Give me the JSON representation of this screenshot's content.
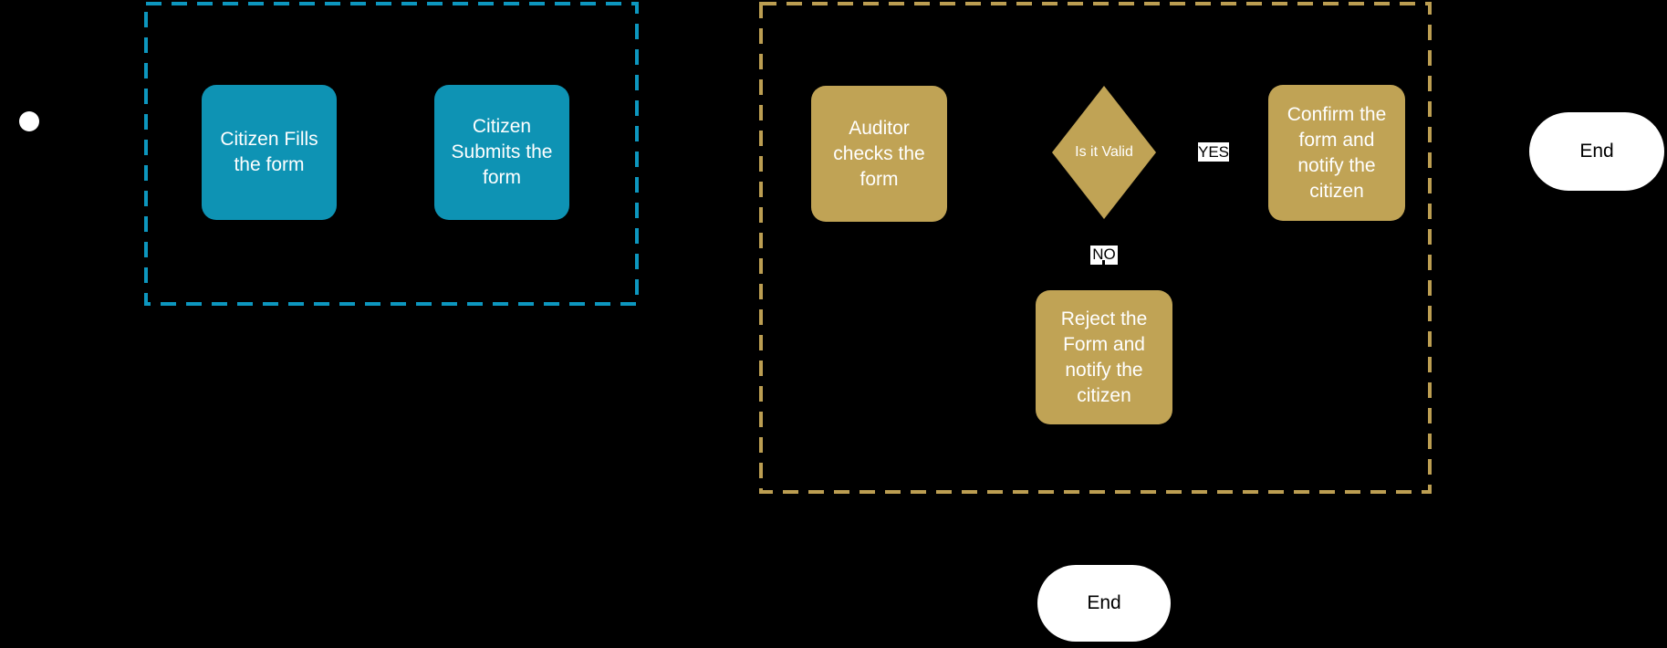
{
  "colors": {
    "background": "#000000",
    "teal_fill": "#0E93B4",
    "teal_border": "#0D97BF",
    "gold_fill": "#C0A355",
    "gold_border": "#BC9E52",
    "node_text": "#FFFFFF",
    "end_fill": "#FFFFFF",
    "end_text": "#000000",
    "edge_label_bg": "#FFFFFF",
    "edge_label_text": "#000000"
  },
  "nodes": {
    "citizen_fills": {
      "label": "Citizen Fills\nthe form"
    },
    "citizen_submits": {
      "label": "Citizen\nSubmits the\nform"
    },
    "auditor_checks": {
      "label": "Auditor\nchecks the\nform"
    },
    "is_valid": {
      "label": "Is it Valid"
    },
    "confirm_notify": {
      "label": "Confirm the\nform and\nnotify the\ncitizen"
    },
    "reject_notify": {
      "label": "Reject the\nForm and\nnotify the\ncitizen"
    },
    "end_right": {
      "label": "End"
    },
    "end_bottom": {
      "label": "End"
    }
  },
  "edge_labels": {
    "yes": "YES",
    "no": "NO"
  }
}
